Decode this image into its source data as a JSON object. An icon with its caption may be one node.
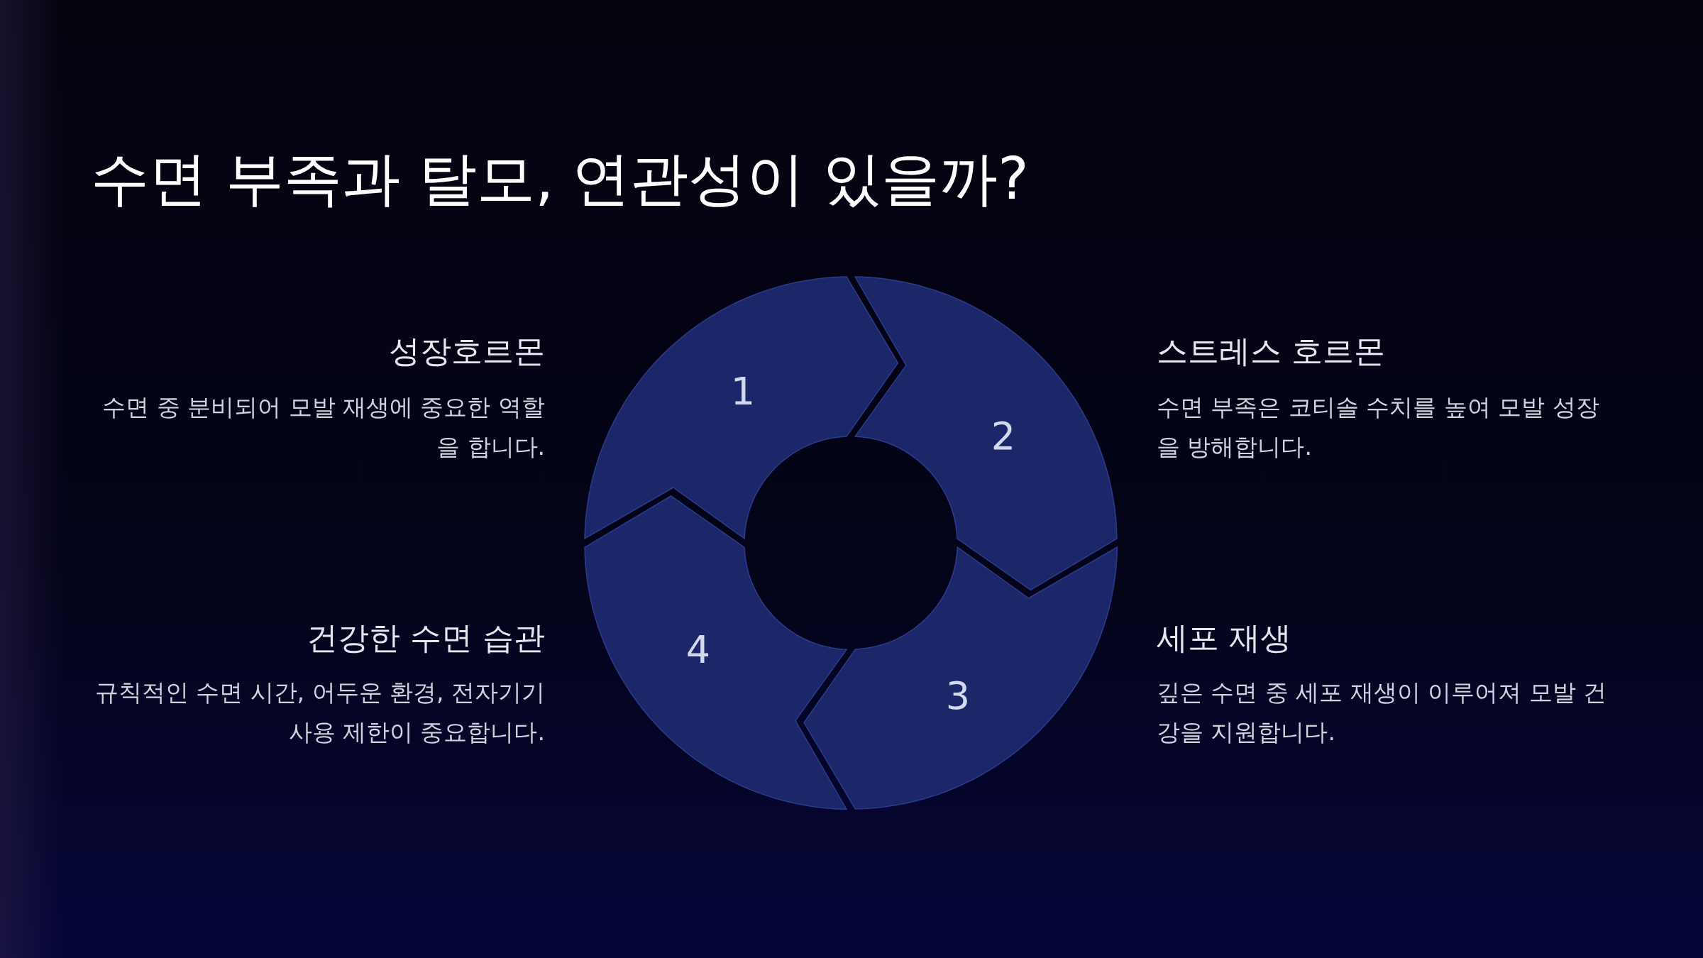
{
  "diagram": {
    "title": "수면 부족과 탈모, 연관성이 있을까?",
    "nodes": [
      {
        "text": [
          "1"
        ]
      },
      {
        "text": [
          "2"
        ]
      },
      {
        "text": [
          "3"
        ]
      },
      {
        "text": [
          "4"
        ]
      }
    ],
    "labels": [
      "성장호르몬",
      "수면 중 분비되어 모발 재생에 중요한 역할을 합니다.",
      "스트레스 호르몬",
      "수면 부족은 코티솔 수치를 높여 모발 성장을 방해합니다.",
      "건강한 수면 습관",
      "규칙적인 수면 시간, 어두운 환경, 전자기기 사용 제한이 중요합니다.",
      "세포 재생",
      "깊은 수면 중 세포 재생이 이루어져 모발 건강을 지원합니다."
    ]
  }
}
